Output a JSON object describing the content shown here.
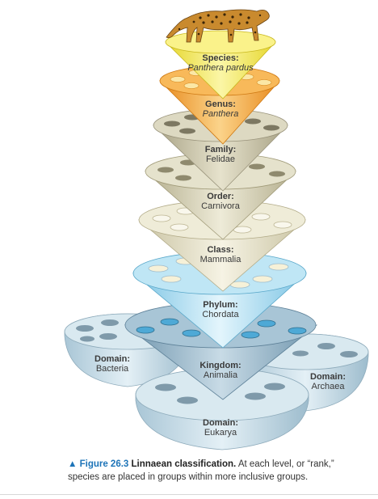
{
  "levels": {
    "species": {
      "rank": "Species:",
      "name": "Panthera pardus"
    },
    "genus": {
      "rank": "Genus:",
      "name": "Panthera"
    },
    "family": {
      "rank": "Family:",
      "name": "Felidae"
    },
    "order": {
      "rank": "Order:",
      "name": "Carnivora"
    },
    "class": {
      "rank": "Class:",
      "name": "Mammalia"
    },
    "phylum": {
      "rank": "Phylum:",
      "name": "Chordata"
    },
    "kingdom": {
      "rank": "Kingdom:",
      "name": "Animalia"
    },
    "domain_bacteria": {
      "rank": "Domain:",
      "name": "Bacteria"
    },
    "domain_archaea": {
      "rank": "Domain:",
      "name": "Archaea"
    },
    "domain_eukarya": {
      "rank": "Domain:",
      "name": "Eukarya"
    }
  },
  "caption": {
    "arrow": "▲",
    "figure": "Figure 26.3",
    "title": "Linnaean classification.",
    "text": "At each level, or “rank,” species are placed in groups within more inclusive groups."
  },
  "colors": {
    "species": "#f4ea5a",
    "genus": "#f6a83a",
    "family": "#c9c4a8",
    "order": "#d3cfb0",
    "class": "#e6e1c6",
    "phylum": "#a9dcf0",
    "kingdom": "#8fb3c8",
    "domain": "#c5dde8"
  }
}
